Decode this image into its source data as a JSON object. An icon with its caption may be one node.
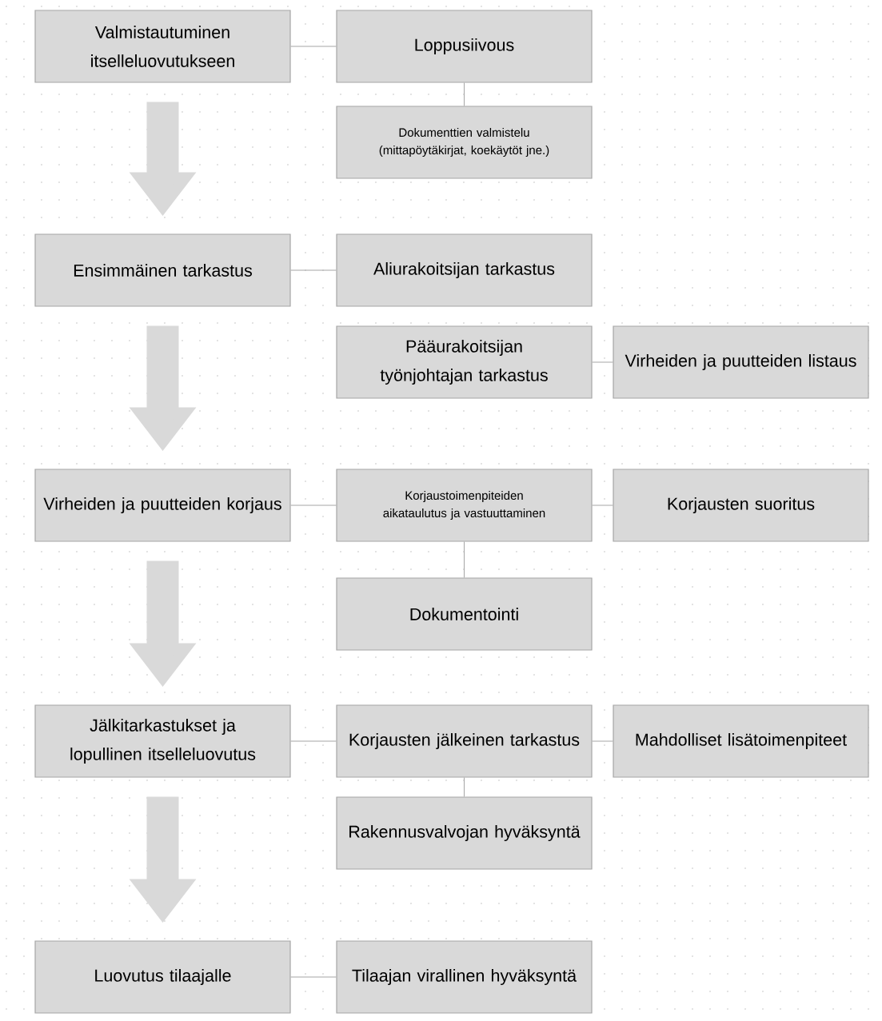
{
  "diagram": {
    "nodes": [
      {
        "text": [
          "Valmistautuminen itselleluovutukseen"
        ]
      },
      {
        "text": [
          "Loppusiivous"
        ]
      },
      {
        "text": [
          "Dokumenttien valmistelu (mittapöytäkirjat, koekäytöt jne.)"
        ]
      },
      {
        "text": [
          "Ensimmäinen tarkastus"
        ]
      },
      {
        "text": [
          "Aliurakoitsijan tarkastus"
        ]
      },
      {
        "text": [
          "Pääurakoitsijan työnjohtajan tarkastus"
        ]
      },
      {
        "text": [
          "Virheiden ja puutteiden listaus"
        ]
      },
      {
        "text": [
          "Virheiden ja puutteiden korjaus"
        ]
      },
      {
        "text": [
          "Korjaustoimenpiteiden aikataulutus ja vastuuttaminen"
        ]
      },
      {
        "text": [
          "Korjausten suoritus"
        ]
      },
      {
        "text": [
          "Dokumentointi"
        ]
      },
      {
        "text": [
          "Jälkitarkastukset ja lopullinen itselleluovutus"
        ]
      },
      {
        "text": [
          "Korjausten jälkeinen tarkastus"
        ]
      },
      {
        "text": [
          "Mahdolliset lisätoimenpiteet"
        ]
      },
      {
        "text": [
          "Rakennusvalvojan hyväksyntä"
        ]
      },
      {
        "text": [
          "Luovutus tilaajalle"
        ]
      },
      {
        "text": [
          "Tilaajan virallinen hyväksyntä"
        ]
      }
    ],
    "edges": [
      {
        "from": 0,
        "to": 1,
        "arrow": "none"
      },
      {
        "from": 1,
        "to": 2,
        "arrow": "none"
      },
      {
        "from": 3,
        "to": 4,
        "arrow": "none"
      },
      {
        "from": 5,
        "to": 6,
        "arrow": "none"
      },
      {
        "from": 7,
        "to": 8,
        "arrow": "none"
      },
      {
        "from": 8,
        "to": 9,
        "arrow": "none"
      },
      {
        "from": 8,
        "to": 10,
        "arrow": "none"
      },
      {
        "from": 11,
        "to": 12,
        "arrow": "none"
      },
      {
        "from": 12,
        "to": 13,
        "arrow": "none"
      },
      {
        "from": 12,
        "to": 14,
        "arrow": "none"
      },
      {
        "from": 15,
        "to": 16,
        "arrow": "none"
      },
      {
        "from": 0,
        "to": 3,
        "arrow": "to",
        "style": "thick",
        "color": "#d9d9d9"
      },
      {
        "from": 3,
        "to": 7,
        "arrow": "to",
        "style": "thick",
        "color": "#d9d9d9"
      },
      {
        "from": 7,
        "to": 11,
        "arrow": "to",
        "style": "thick",
        "color": "#d9d9d9"
      },
      {
        "from": 11,
        "to": 15,
        "arrow": "to",
        "style": "thick",
        "color": "#d9d9d9"
      }
    ]
  }
}
